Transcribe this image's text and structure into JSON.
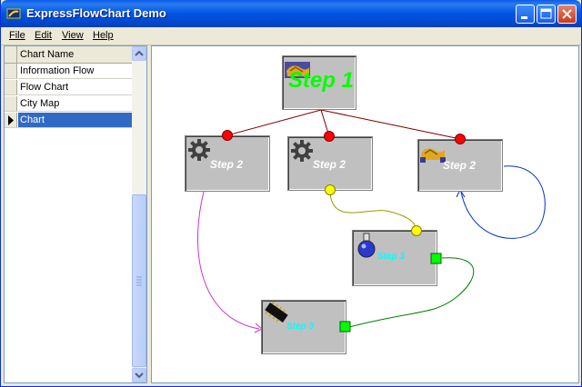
{
  "window": {
    "title": "ExpressFlowChart Demo"
  },
  "menu": {
    "items": [
      "File",
      "Edit",
      "View",
      "Help"
    ]
  },
  "grid": {
    "header": "Chart Name",
    "rows": [
      "Information Flow",
      "Flow Chart",
      "City Map",
      "Chart"
    ],
    "selected_index": 3
  },
  "flowchart": {
    "nodes": [
      {
        "label": "Step 1",
        "icon": "handshake-icon",
        "label_color": "#00ff00"
      },
      {
        "label": "Step 2",
        "icon": "gear-icon",
        "label_color": "#ffffff"
      },
      {
        "label": "Step 2",
        "icon": "gear-icon",
        "label_color": "#ffffff"
      },
      {
        "label": "Step 2",
        "icon": "handshake-icon",
        "label_color": "#ffffff"
      },
      {
        "label": "Step 3",
        "icon": "flask-icon",
        "label_color": "#00ffff"
      },
      {
        "label": "Step 3",
        "icon": "chip-icon",
        "label_color": "#00ffff"
      }
    ],
    "connector_colors": {
      "tree": "#800000",
      "olive": "#999900",
      "magenta": "#cc33cc",
      "green": "#008000",
      "blue": "#0033cc",
      "port_red": "#ff0000",
      "port_yellow": "#ffff00",
      "port_green": "#00ff00"
    }
  }
}
